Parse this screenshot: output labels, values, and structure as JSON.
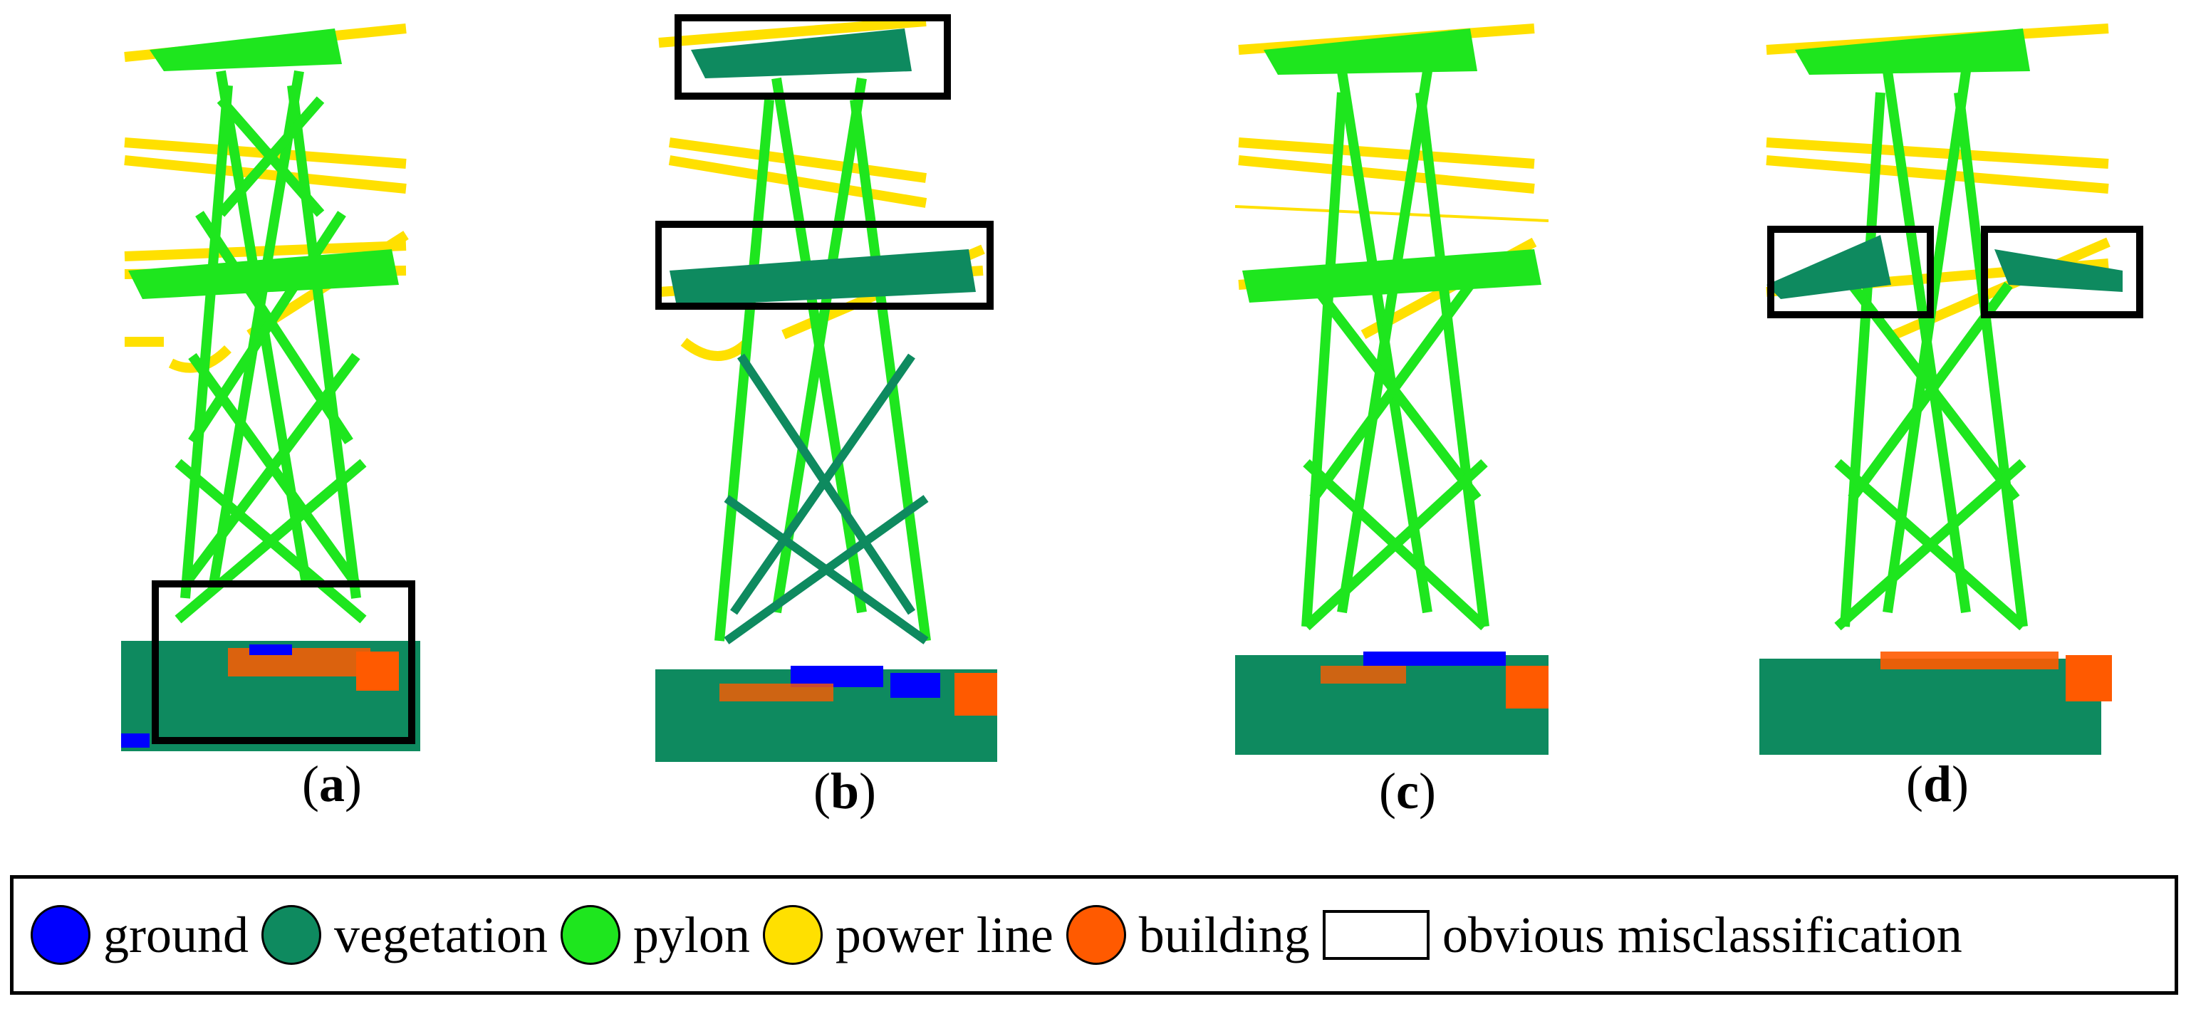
{
  "panels": [
    {
      "id": "a",
      "caption": "a",
      "boxes": [
        "bottom"
      ]
    },
    {
      "id": "b",
      "caption": "b",
      "boxes": [
        "top-arm",
        "middle-arm"
      ]
    },
    {
      "id": "c",
      "caption": "c",
      "boxes": []
    },
    {
      "id": "d",
      "caption": "d",
      "boxes": [
        "middle-left-arm",
        "middle-right-arm"
      ]
    }
  ],
  "legend": {
    "items": [
      {
        "label": "ground",
        "color": "#0000ff"
      },
      {
        "label": "vegetation",
        "color": "#0e8a5f"
      },
      {
        "label": "pylon",
        "color": "#1ee61e"
      },
      {
        "label": "power line",
        "color": "#ffe000"
      },
      {
        "label": "building",
        "color": "#ff5a00"
      },
      {
        "label": "obvious misclassification",
        "color": "#ffffff"
      }
    ]
  },
  "colors": {
    "ground": "#0000ff",
    "vegetation": "#0e8a5f",
    "pylon": "#1ee61e",
    "power_line": "#ffe000",
    "building": "#ff5a00",
    "box": "#000000"
  }
}
